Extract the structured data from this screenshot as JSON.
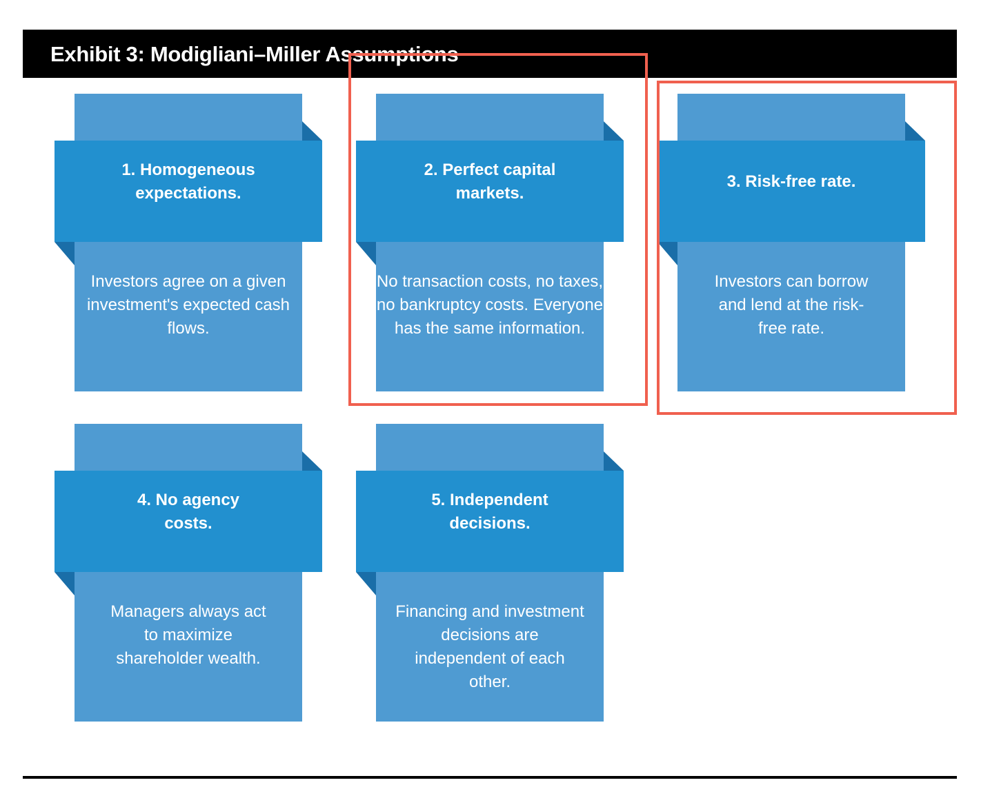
{
  "exhibit": {
    "title": "Exhibit 3: Modigliani–Miller Assumptions"
  },
  "cards": [
    {
      "heading": "1. Homogeneous expectations.",
      "body": "Investors agree on a given investment's expected cash flows."
    },
    {
      "heading": "2. Perfect capital markets.",
      "body": "No transaction costs, no taxes, no bankruptcy costs. Everyone has the same information."
    },
    {
      "heading": "3. Risk-free rate.",
      "body": "Investors can borrow and lend at the risk-free rate."
    },
    {
      "heading": "4. No agency costs.",
      "body": "Managers always act to maximize shareholder wealth."
    },
    {
      "heading": "5. Independent decisions.",
      "body": "Financing and investment decisions are independent of each other."
    }
  ],
  "colors": {
    "title_bar": "#000000",
    "card_back": "#4f9bd2",
    "card_band": "#2290cf",
    "card_fold": "#1a6ea8",
    "highlight": "#f0604f",
    "text": "#ffffff"
  }
}
